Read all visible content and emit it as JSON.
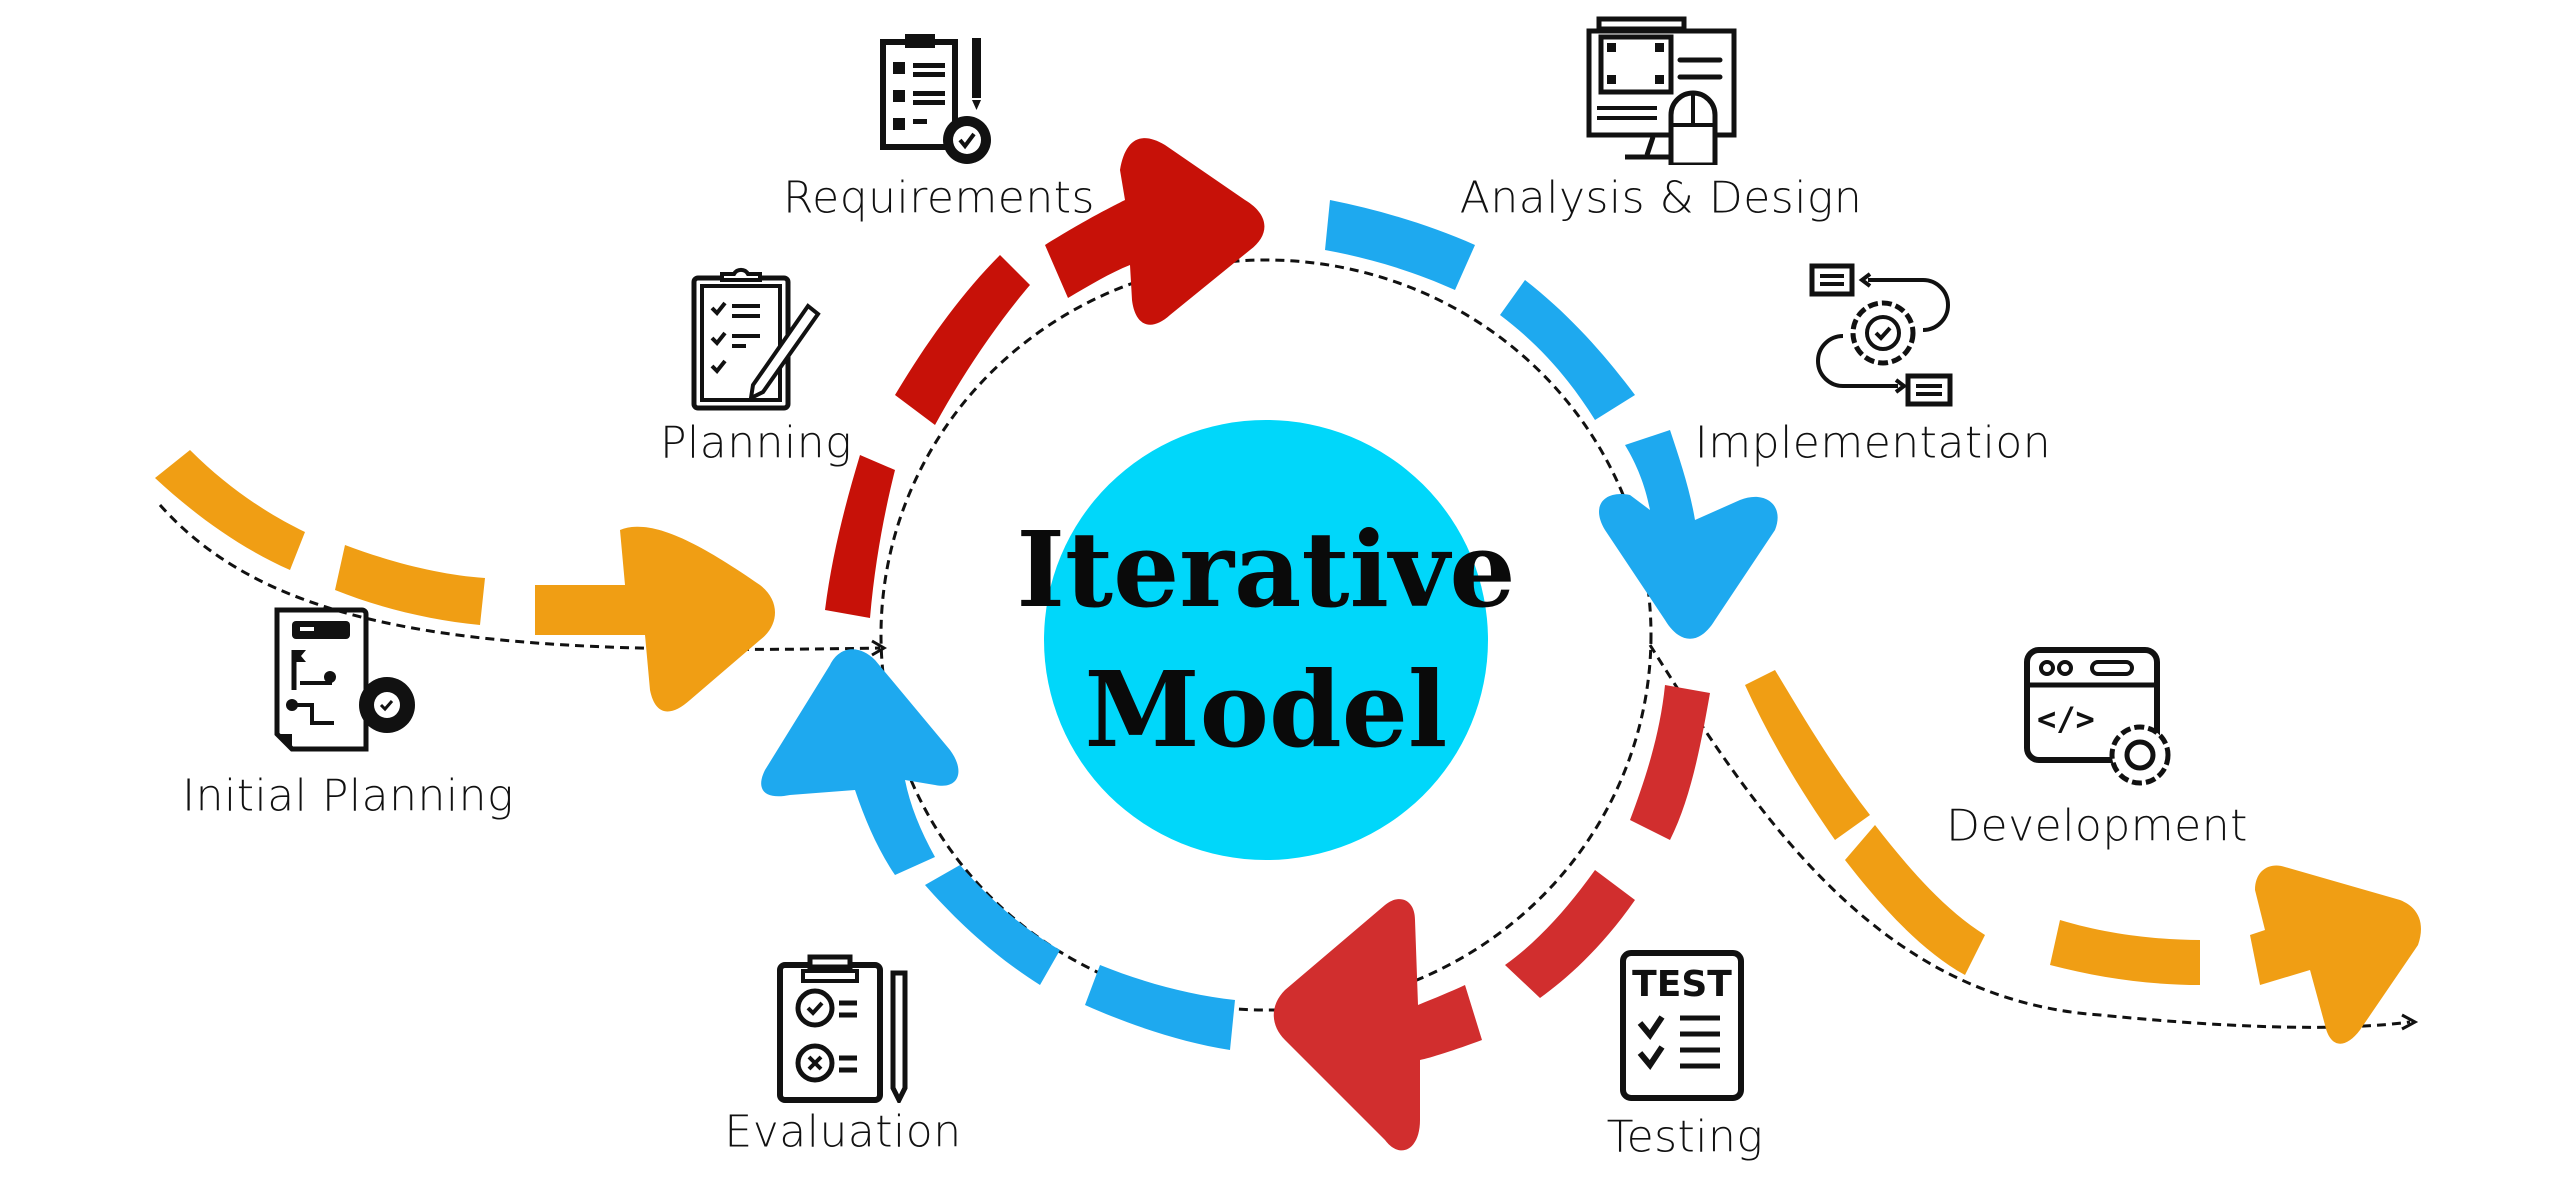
{
  "title": {
    "line1": "Iterative",
    "line2": "Model"
  },
  "colors": {
    "center_circle": "#00d7fa",
    "red_arc": "#c71108",
    "red_arc_alt": "#d12e2e",
    "blue_arc": "#1ea9ef",
    "orange_arc": "#f09e14",
    "text": "#111111"
  },
  "stages": [
    {
      "id": "initial-planning",
      "label": "Initial Planning",
      "icon": "document-flowchart-gear-icon"
    },
    {
      "id": "planning",
      "label": "Planning",
      "icon": "clipboard-pencil-icon"
    },
    {
      "id": "requirements",
      "label": "Requirements",
      "icon": "checklist-gear-icon"
    },
    {
      "id": "analysis-design",
      "label": "Analysis & Design",
      "icon": "monitor-mouse-design-icon"
    },
    {
      "id": "implementation",
      "label": "Implementation",
      "icon": "gear-cycle-icon"
    },
    {
      "id": "testing",
      "label": "Testing",
      "icon": "test-checklist-icon"
    },
    {
      "id": "evaluation",
      "label": "Evaluation",
      "icon": "clipboard-evaluation-icon"
    },
    {
      "id": "development",
      "label": "Development",
      "icon": "code-window-gear-icon"
    }
  ],
  "test_icon_text": "TEST",
  "code_icon_text": "</>"
}
